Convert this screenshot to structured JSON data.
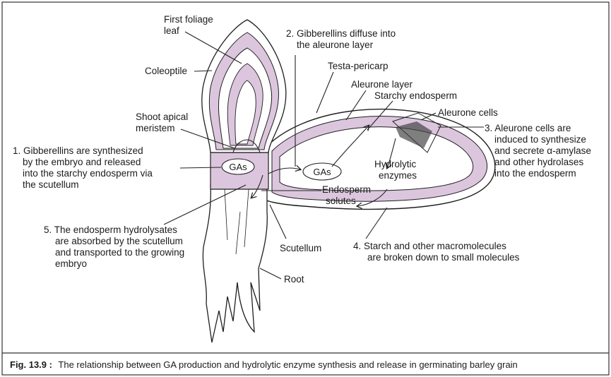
{
  "colors": {
    "pink": "#dcc6de",
    "ink": "#1f1f1f",
    "paper": "#ffffff"
  },
  "labels": {
    "first_foliage_leaf": [
      "First foliage",
      "leaf"
    ],
    "coleoptile": "Coleoptile",
    "shoot_apical_meristem": [
      "Shoot apical",
      "meristem"
    ],
    "testa_pericarp": "Testa-pericarp",
    "aleurone_layer": "Aleurone layer",
    "starchy_endosperm": "Starchy endosperm",
    "aleurone_cells": "Aleurone cells",
    "hydrolytic_enzymes": [
      "Hydrolytic",
      "enzymes"
    ],
    "endosperm_solutes": [
      "Endosperm",
      "solutes"
    ],
    "scutellum": "Scutellum",
    "root": "Root",
    "gas_embryo": "GAs",
    "gas_endosperm": "GAs"
  },
  "steps": {
    "step1": [
      "1. Gibberellins are synthesized",
      "by the embryo and released",
      "into the starchy endosperm via",
      "the scutellum"
    ],
    "step2": [
      "2. Gibberellins diffuse into",
      "the aleurone layer"
    ],
    "step3": [
      "3. Aleurone cells are",
      "induced to synthesize",
      "and secrete α-amylase",
      "and other hydrolases",
      "into the endosperm"
    ],
    "step4": [
      "4. Starch and other macromolecules",
      "are broken down to small molecules"
    ],
    "step5": [
      "5. The endosperm hydrolysates",
      "are absorbed by the scutellum",
      "and transported to the growing",
      "embryo"
    ]
  },
  "caption": {
    "fig": "Fig. 13.9 :",
    "text": "The relationship between GA production and hydrolytic enzyme synthesis and release in germinating barley grain"
  }
}
